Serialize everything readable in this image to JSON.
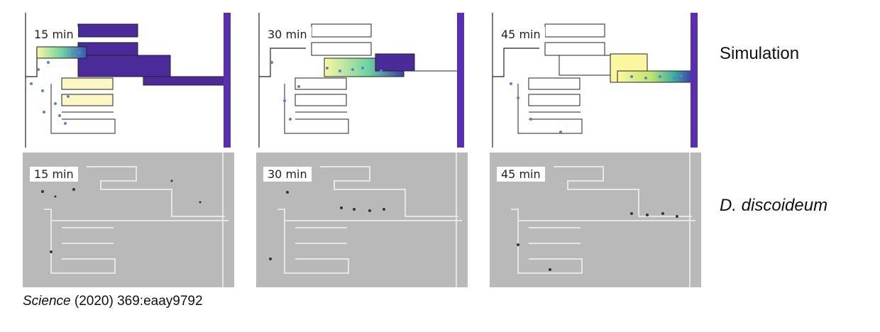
{
  "figure": {
    "rows": [
      {
        "label": "Simulation",
        "italic": false,
        "panels": [
          {
            "time": "15 min",
            "front_channel": "upper-left"
          },
          {
            "time": "30 min",
            "front_channel": "middle"
          },
          {
            "time": "45 min",
            "front_channel": "exit"
          }
        ]
      },
      {
        "label": "D. discoideum",
        "italic": true,
        "panels": [
          {
            "time": "15 min"
          },
          {
            "time": "30 min"
          },
          {
            "time": "45 min"
          }
        ]
      }
    ],
    "caption": {
      "journal": "Science",
      "rest": " (2020) 369:eaay9792"
    },
    "colors": {
      "attractant_high": "#4b2a9a",
      "attractant_low": "#fbf7c4",
      "cells": "#5b7fd8",
      "micro_background": "#b9b9b9"
    }
  }
}
